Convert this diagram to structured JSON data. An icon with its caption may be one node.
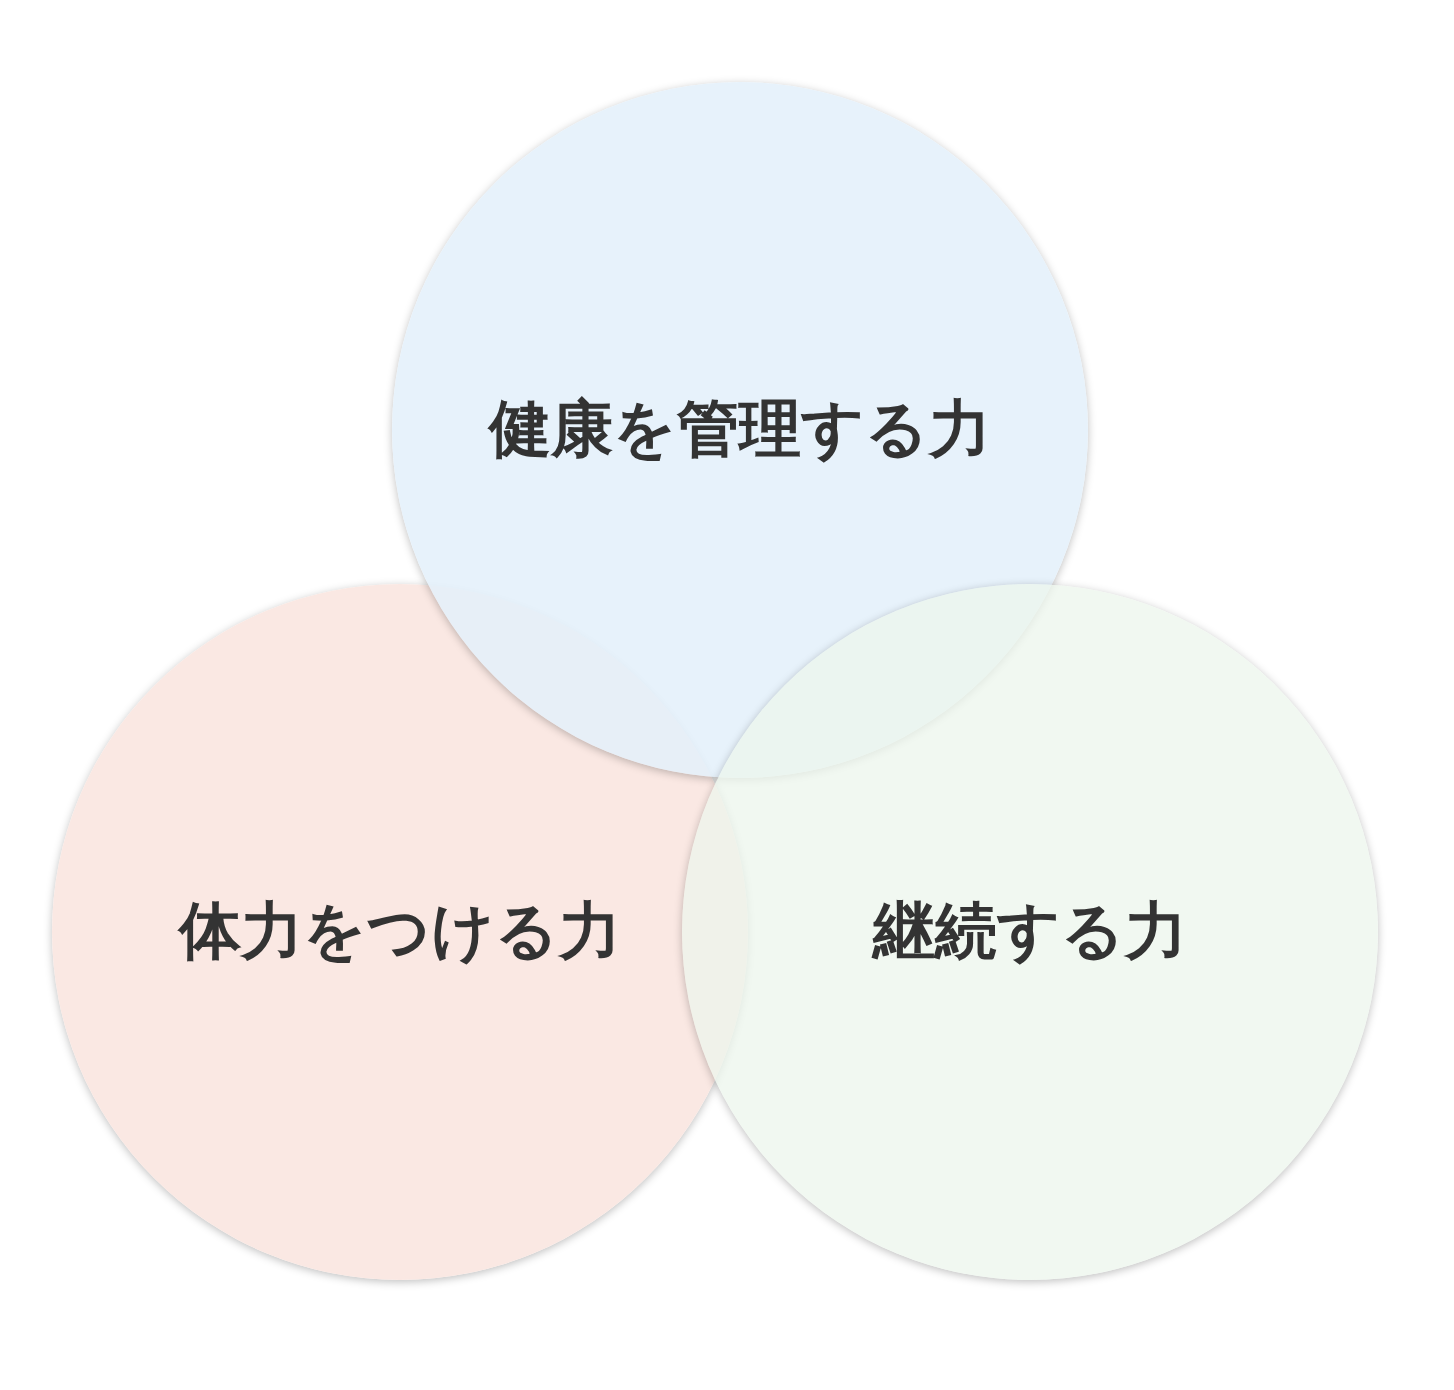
{
  "diagram": {
    "nodes": [
      {
        "text": [
          "健康を管理する力"
        ]
      },
      {
        "text": [
          "体力をつける力"
        ]
      },
      {
        "text": [
          "継続する力"
        ]
      }
    ],
    "edges": []
  }
}
